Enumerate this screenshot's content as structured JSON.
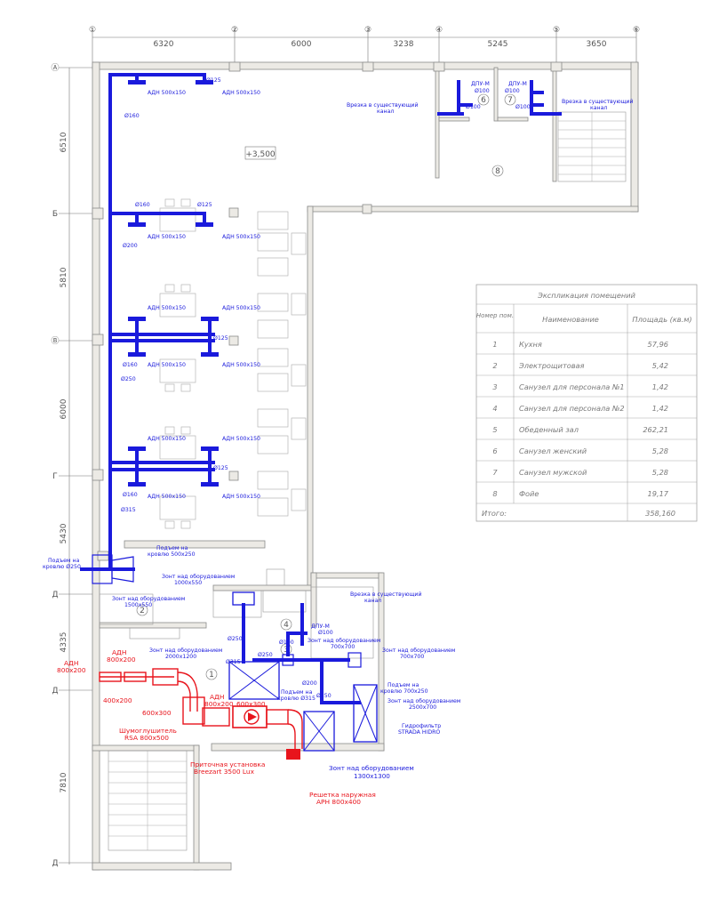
{
  "axes_top": {
    "labels": [
      "①",
      "②",
      "③",
      "④",
      "⑤",
      "⑥"
    ],
    "dims": [
      "6320",
      "6000",
      "3238",
      "5245",
      "3650"
    ]
  },
  "axes_left": {
    "labels": [
      "Ⓐ",
      "Б",
      "Ⓑ",
      "Г",
      "Д",
      "Д",
      "Д"
    ],
    "dims": [
      "6510",
      "5810",
      "6000",
      "5430",
      "4335",
      "7810"
    ]
  },
  "elevation": "+3,500",
  "room_numbers": [
    "1",
    "2",
    "4",
    "3",
    "6",
    "7",
    "8"
  ],
  "blue_labels": {
    "d125": "Ø125",
    "d160": "Ø160",
    "d200": "Ø200",
    "d250": "Ø250",
    "d315": "Ø315",
    "d100": "Ø100",
    "adn500": "АДН 500х150",
    "dpu": "ДПУ-М",
    "vrezka1": "Врезка в существующий",
    "vrezka2": "канал",
    "podem250a": "Подъем на",
    "podem250b": "кровлю Ø250",
    "podem500a": "Подъем на",
    "podem500b": "кровлю 500х250",
    "zont1a": "Зонт над оборудованием",
    "zont1b": "1500х550",
    "zont2a": "Зонт над оборудованием",
    "zont2b": "1000х550",
    "zont3a": "Зонт над оборудованием",
    "zont3b": "2000х1200",
    "zont4a": "Зонт над оборудованием",
    "zont4b": "700х700",
    "zont5a": "Зонт над оборудованием",
    "zont5b": "700х700",
    "podem315a": "Подъем на",
    "podem315b": "кровлю Ø315",
    "podem700a": "Подъем на",
    "podem700b": "кровлю 700х250",
    "zont6a": "Зонт над оборудованием",
    "zont6b": "2500х700",
    "gidro1": "Гидрофильтр",
    "gidro2": "STRADA HIDRO",
    "zont7a": "Зонт над оборудованием",
    "zont7b": "1300х1300"
  },
  "red_labels": {
    "adn800a": "АДН",
    "adn800b": "800х200",
    "adn800c": "АДН",
    "adn800d": "800х200",
    "adn800e": "АДН",
    "adn800f": "800х200",
    "s400": "400х200",
    "s600a": "600х300",
    "s600b": "600х300",
    "shum1": "Шумоглушитель",
    "shum2": "RSA 800х500",
    "prit1": "Приточная установка",
    "prit2": "Breezart 3500 Lux",
    "resh1": "Решетка наружная",
    "resh2": "АРН 800х400"
  },
  "table": {
    "title": "Экспликация помещений",
    "headers": [
      "Номер пом.",
      "Наименование",
      "Площадь (кв.м)"
    ],
    "rows": [
      [
        "1",
        "Кухня",
        "57,96"
      ],
      [
        "2",
        "Электрощитовая",
        "5,42"
      ],
      [
        "3",
        "Санузел для персонала №1",
        "1,42"
      ],
      [
        "4",
        "Санузел для персонала №2",
        "1,42"
      ],
      [
        "5",
        "Обеденный зал",
        "262,21"
      ],
      [
        "6",
        "Санузел женский",
        "5,28"
      ],
      [
        "7",
        "Санузел мужской",
        "5,28"
      ],
      [
        "8",
        "Фойе",
        "19,17"
      ]
    ],
    "total_label": "Итого:",
    "total_value": "358,160"
  },
  "colors": {
    "supply_duct": "#e8141c",
    "exhaust_duct": "#1a1adc",
    "walls": "#8a8a8a"
  }
}
